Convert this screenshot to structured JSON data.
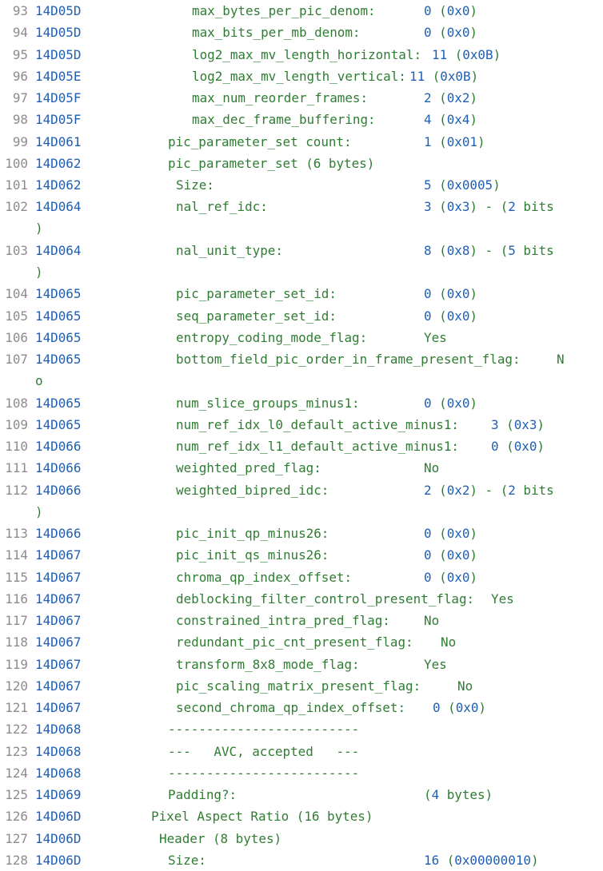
{
  "lines": [
    {
      "n": "93",
      "addr": "14D05D",
      "code": "max_bytes_per_pic_denom:",
      "val": "0 (0x0)"
    },
    {
      "n": "94",
      "addr": "14D05D",
      "code": "max_bits_per_mb_denom:",
      "val": "0 (0x0)"
    },
    {
      "n": "95",
      "addr": "14D05D",
      "code": "log2_max_mv_length_horizontal:",
      "val": "11 (0x0B)"
    },
    {
      "n": "96",
      "addr": "14D05E",
      "code": "log2_max_mv_length_vertical:",
      "val": "11 (0x0B)"
    },
    {
      "n": "97",
      "addr": "14D05F",
      "code": "max_num_reorder_frames:",
      "val": "2 (0x2)"
    },
    {
      "n": "98",
      "addr": "14D05F",
      "code": "max_dec_frame_buffering:",
      "val": "4 (0x4)"
    },
    {
      "n": "99",
      "addr": "14D061",
      "code": "pic_parameter_set count:",
      "val": "1 (0x01)"
    },
    {
      "n": "100",
      "addr": "14D062",
      "code": "pic_parameter_set (6 bytes)",
      "val": ""
    },
    {
      "n": "101",
      "addr": "14D062",
      "code": "Size:",
      "val": "5 (0x0005)"
    },
    {
      "n": "102",
      "addr": "14D064",
      "code": "nal_ref_idc:",
      "val": "3 (0x3) - (2 bits",
      "cont": ")"
    },
    {
      "n": "103",
      "addr": "14D064",
      "code": "nal_unit_type:",
      "val": "8 (0x8) - (5 bits",
      "cont": ")"
    },
    {
      "n": "104",
      "addr": "14D065",
      "code": "pic_parameter_set_id:",
      "val": "0 (0x0)"
    },
    {
      "n": "105",
      "addr": "14D065",
      "code": "seq_parameter_set_id:",
      "val": "0 (0x0)"
    },
    {
      "n": "106",
      "addr": "14D065",
      "code": "entropy_coding_mode_flag:",
      "val": "Yes"
    },
    {
      "n": "107",
      "addr": "14D065",
      "code": "bottom_field_pic_order_in_frame_present_flag:",
      "val": "N",
      "cont": "o"
    },
    {
      "n": "108",
      "addr": "14D065",
      "code": "num_slice_groups_minus1:",
      "val": "0 (0x0)"
    },
    {
      "n": "109",
      "addr": "14D065",
      "code": "num_ref_idx_l0_default_active_minus1:",
      "val": "3 (0x3)"
    },
    {
      "n": "110",
      "addr": "14D066",
      "code": "num_ref_idx_l1_default_active_minus1:",
      "val": "0 (0x0)"
    },
    {
      "n": "111",
      "addr": "14D066",
      "code": "weighted_pred_flag:",
      "val": "No"
    },
    {
      "n": "112",
      "addr": "14D066",
      "code": "weighted_bipred_idc:",
      "val": "2 (0x2) - (2 bits",
      "cont": ")"
    },
    {
      "n": "113",
      "addr": "14D066",
      "code": "pic_init_qp_minus26:",
      "val": "0 (0x0)"
    },
    {
      "n": "114",
      "addr": "14D067",
      "code": "pic_init_qs_minus26:",
      "val": "0 (0x0)"
    },
    {
      "n": "115",
      "addr": "14D067",
      "code": "chroma_qp_index_offset:",
      "val": "0 (0x0)"
    },
    {
      "n": "116",
      "addr": "14D067",
      "code": "deblocking_filter_control_present_flag:",
      "val": "Yes"
    },
    {
      "n": "117",
      "addr": "14D067",
      "code": "constrained_intra_pred_flag:",
      "val": "No"
    },
    {
      "n": "118",
      "addr": "14D067",
      "code": "redundant_pic_cnt_present_flag:",
      "val": "No"
    },
    {
      "n": "119",
      "addr": "14D067",
      "code": "transform_8x8_mode_flag:",
      "val": "Yes"
    },
    {
      "n": "120",
      "addr": "14D067",
      "code": "pic_scaling_matrix_present_flag:",
      "val": "No"
    },
    {
      "n": "121",
      "addr": "14D067",
      "code": "second_chroma_qp_index_offset:",
      "val": "0 (0x0)"
    },
    {
      "n": "122",
      "addr": "14D068",
      "code": "-------------------------",
      "val": ""
    },
    {
      "n": "123",
      "addr": "14D068",
      "code": "---   AVC, accepted   ---",
      "val": ""
    },
    {
      "n": "124",
      "addr": "14D068",
      "code": "-------------------------",
      "val": ""
    },
    {
      "n": "125",
      "addr": "14D069",
      "code": "Padding?:",
      "val": "(4 bytes)"
    },
    {
      "n": "126",
      "addr": "14D06D",
      "code": "Pixel Aspect Ratio (16 bytes)",
      "val": ""
    },
    {
      "n": "127",
      "addr": "14D06D",
      "code": "Header (8 bytes)",
      "val": ""
    },
    {
      "n": "128",
      "addr": "14D06D",
      "code": "Size:",
      "val": "16 (0x00000010)"
    }
  ]
}
